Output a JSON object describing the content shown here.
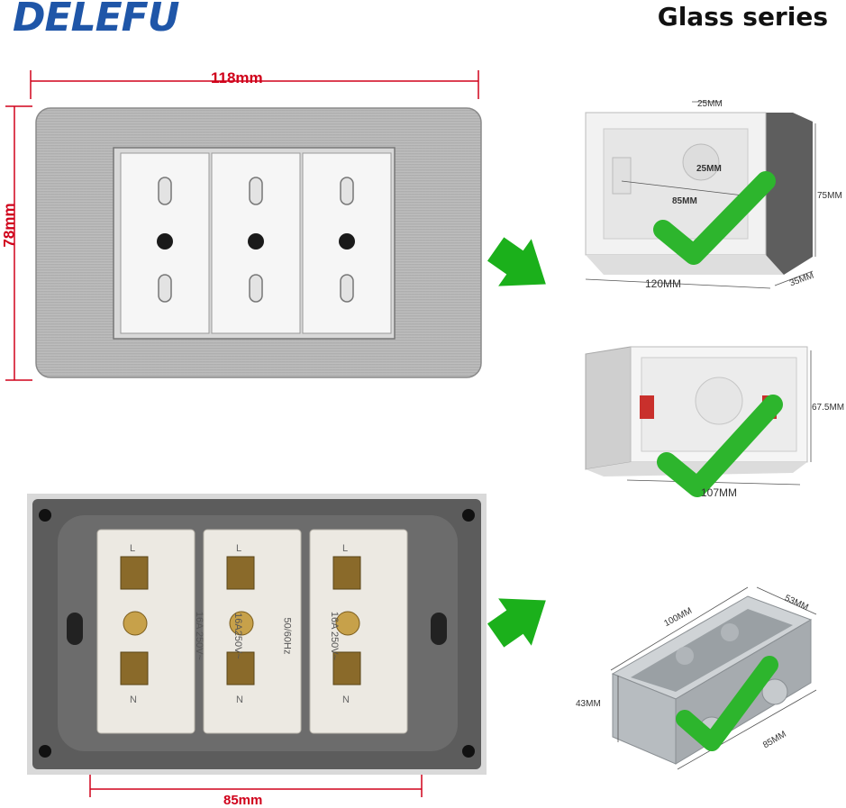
{
  "brand": {
    "name": "DELEFU"
  },
  "header": {
    "series": "Glass series"
  },
  "plate": {
    "width_label": "118mm",
    "height_label": "78mm",
    "sockets": 3
  },
  "back": {
    "spacing_label": "85mm",
    "module_markings": [
      "16A 250V~",
      "16A250V~",
      "50/60Hz",
      "16A 250V~"
    ],
    "terminal_letters": [
      "L",
      "N"
    ]
  },
  "box1": {
    "top_width": "25MM",
    "hole": "25MM",
    "inner": "85MM",
    "height": "75MM",
    "length": "120MM",
    "depth": "35MM"
  },
  "box2": {
    "height": "67.5MM",
    "length": "107MM"
  },
  "box3": {
    "top": "100MM",
    "side": "53MM",
    "height": "43MM",
    "length": "85MM"
  },
  "colors": {
    "brand": "#1f56a8",
    "dimension": "#d0021b",
    "arrow": "#1bb01b",
    "check": "#2db52d"
  }
}
